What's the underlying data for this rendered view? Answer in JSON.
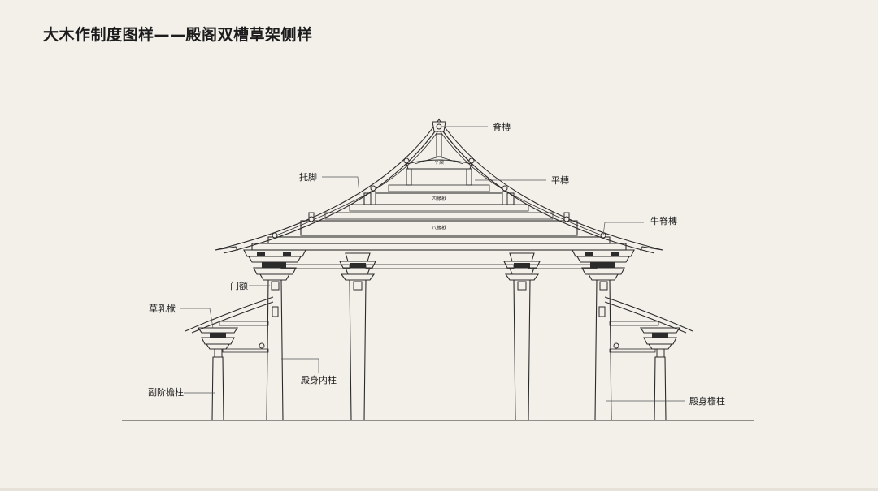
{
  "title": "大木作制度图样——殿阁双槽草架侧样",
  "labels": {
    "ji_tuan": "脊槫",
    "ping_tuan": "平槫",
    "tuo_jiao": "托脚",
    "niu_ji_tuan": "牛脊槫",
    "men_e": "门额",
    "cao_ru_fu": "草乳栿",
    "fu_jie_cao_zhu": "副阶檐柱",
    "dian_shen_nei_zhu": "殿身内柱",
    "dian_shen_cao_zhu": "殿身檐柱",
    "ping_liang": "平梁",
    "si_chuan_fu": "四椽栿",
    "ba_chuan_fu": "八椽栿"
  },
  "colors": {
    "background": "#f3f0ea",
    "ink": "#2b2b2b"
  }
}
